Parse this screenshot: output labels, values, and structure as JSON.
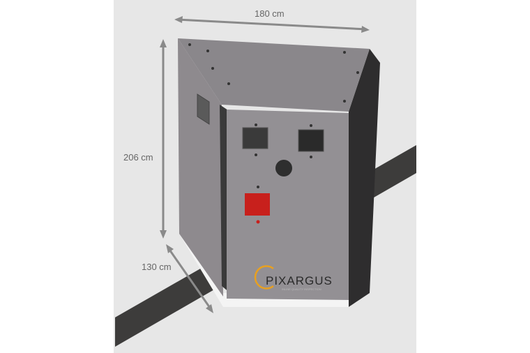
{
  "dimensions": {
    "width_label": "180 cm",
    "height_label": "206 cm",
    "depth_label": "130 cm"
  },
  "logo": {
    "brand": "PIXARGUS",
    "tagline": "INLINE QUALITY INSPECTION"
  },
  "colors": {
    "background": "#e7e7e7",
    "cabinet": "#8f8b8f",
    "belt": "#3d3c3b",
    "accent": "#e8a020",
    "red_window": "#c8201c"
  }
}
